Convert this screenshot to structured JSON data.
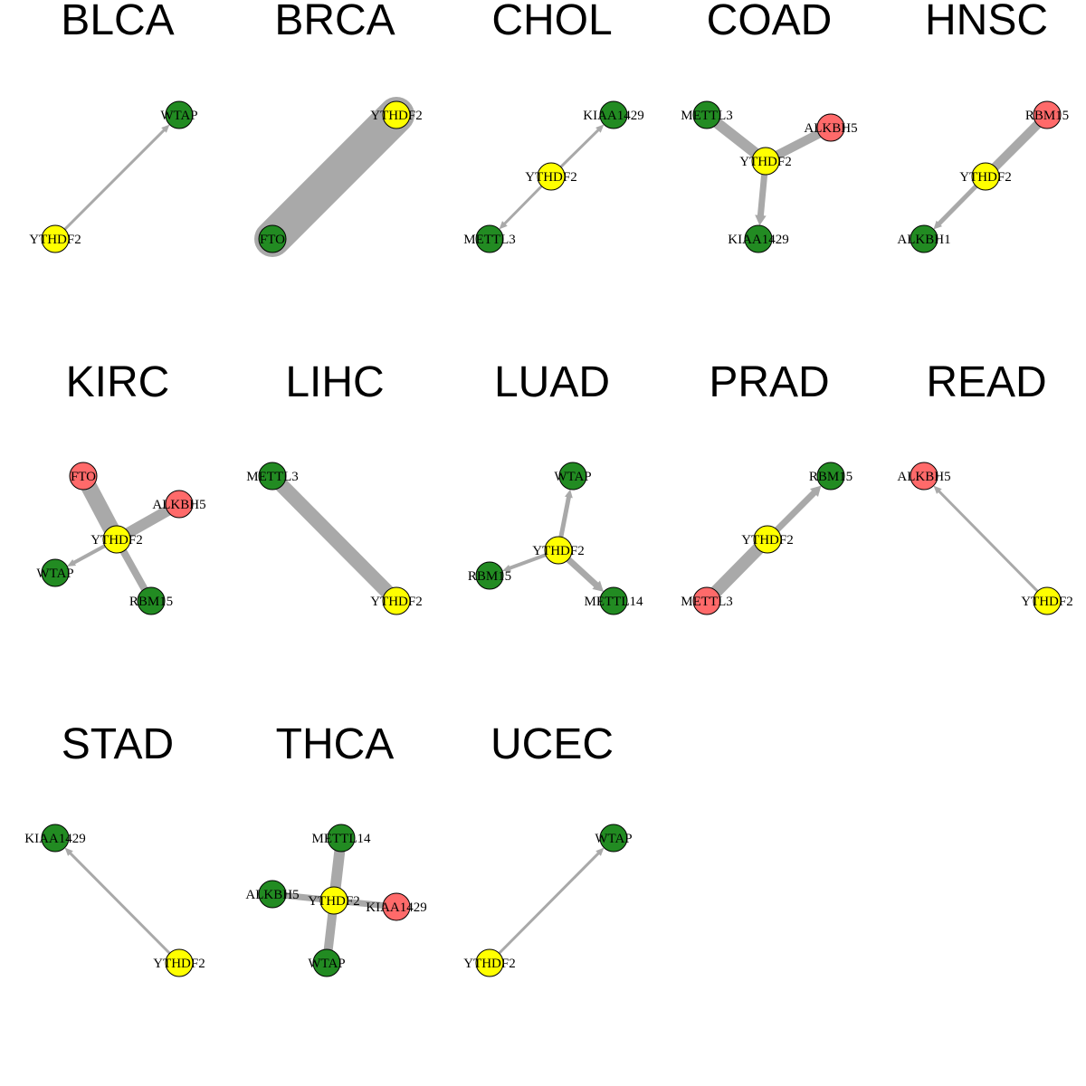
{
  "colors": {
    "edge": "#A9A9A9",
    "green": "#228B22",
    "yellow": "#FFFF00",
    "red": "#FF6A6A"
  },
  "panels": [
    {
      "title": "BLCA",
      "nodes": [
        {
          "label": "WTAP",
          "color": "green"
        },
        {
          "label": "YTHDF2",
          "color": "yellow"
        }
      ],
      "edges": [
        {
          "from": "YTHDF2",
          "to": "WTAP",
          "weight": 3,
          "arrow": true
        }
      ]
    },
    {
      "title": "BRCA",
      "nodes": [
        {
          "label": "YTHDF2",
          "color": "yellow"
        },
        {
          "label": "FTO",
          "color": "green"
        }
      ],
      "edges": [
        {
          "from": "YTHDF2",
          "to": "FTO",
          "weight": 40,
          "arrow": false
        }
      ]
    },
    {
      "title": "CHOL",
      "nodes": [
        {
          "label": "KIAA1429",
          "color": "green"
        },
        {
          "label": "YTHDF2",
          "color": "yellow"
        },
        {
          "label": "METTL3",
          "color": "green"
        }
      ],
      "edges": [
        {
          "from": "YTHDF2",
          "to": "KIAA1429",
          "weight": 3,
          "arrow": true
        },
        {
          "from": "YTHDF2",
          "to": "METTL3",
          "weight": 3,
          "arrow": true
        }
      ]
    },
    {
      "title": "COAD",
      "nodes": [
        {
          "label": "METTL3",
          "color": "green"
        },
        {
          "label": "ALKBH5",
          "color": "red"
        },
        {
          "label": "YTHDF2",
          "color": "yellow"
        },
        {
          "label": "KIAA1429",
          "color": "green"
        }
      ],
      "edges": [
        {
          "from": "METTL3",
          "to": "YTHDF2",
          "weight": 12,
          "arrow": false
        },
        {
          "from": "ALKBH5",
          "to": "YTHDF2",
          "weight": 10,
          "arrow": false
        },
        {
          "from": "YTHDF2",
          "to": "KIAA1429",
          "weight": 7,
          "arrow": true
        }
      ]
    },
    {
      "title": "HNSC",
      "nodes": [
        {
          "label": "RBM15",
          "color": "red"
        },
        {
          "label": "YTHDF2",
          "color": "yellow"
        },
        {
          "label": "ALKBH1",
          "color": "green"
        }
      ],
      "edges": [
        {
          "from": "RBM15",
          "to": "YTHDF2",
          "weight": 10,
          "arrow": false
        },
        {
          "from": "YTHDF2",
          "to": "ALKBH1",
          "weight": 5,
          "arrow": true
        }
      ]
    },
    {
      "title": "KIRC",
      "nodes": [
        {
          "label": "FTO",
          "color": "red"
        },
        {
          "label": "ALKBH5",
          "color": "red"
        },
        {
          "label": "YTHDF2",
          "color": "yellow"
        },
        {
          "label": "WTAP",
          "color": "green"
        },
        {
          "label": "RBM15",
          "color": "green"
        }
      ],
      "edges": [
        {
          "from": "FTO",
          "to": "YTHDF2",
          "weight": 18,
          "arrow": false
        },
        {
          "from": "ALKBH5",
          "to": "YTHDF2",
          "weight": 12,
          "arrow": false
        },
        {
          "from": "YTHDF2",
          "to": "WTAP",
          "weight": 4,
          "arrow": true
        },
        {
          "from": "YTHDF2",
          "to": "RBM15",
          "weight": 8,
          "arrow": false
        }
      ]
    },
    {
      "title": "LIHC",
      "nodes": [
        {
          "label": "METTL3",
          "color": "green"
        },
        {
          "label": "YTHDF2",
          "color": "yellow"
        }
      ],
      "edges": [
        {
          "from": "METTL3",
          "to": "YTHDF2",
          "weight": 16,
          "arrow": false
        }
      ]
    },
    {
      "title": "LUAD",
      "nodes": [
        {
          "label": "WTAP",
          "color": "green"
        },
        {
          "label": "YTHDF2",
          "color": "yellow"
        },
        {
          "label": "RBM15",
          "color": "green"
        },
        {
          "label": "METTL14",
          "color": "green"
        }
      ],
      "edges": [
        {
          "from": "YTHDF2",
          "to": "WTAP",
          "weight": 5,
          "arrow": true
        },
        {
          "from": "YTHDF2",
          "to": "RBM15",
          "weight": 4,
          "arrow": true
        },
        {
          "from": "YTHDF2",
          "to": "METTL14",
          "weight": 7,
          "arrow": true
        }
      ]
    },
    {
      "title": "PRAD",
      "nodes": [
        {
          "label": "RBM15",
          "color": "green"
        },
        {
          "label": "YTHDF2",
          "color": "yellow"
        },
        {
          "label": "METTL3",
          "color": "red"
        }
      ],
      "edges": [
        {
          "from": "YTHDF2",
          "to": "RBM15",
          "weight": 7,
          "arrow": true
        },
        {
          "from": "METTL3",
          "to": "YTHDF2",
          "weight": 14,
          "arrow": false
        }
      ]
    },
    {
      "title": "READ",
      "nodes": [
        {
          "label": "ALKBH5",
          "color": "red"
        },
        {
          "label": "YTHDF2",
          "color": "yellow"
        }
      ],
      "edges": [
        {
          "from": "YTHDF2",
          "to": "ALKBH5",
          "weight": 3,
          "arrow": true
        }
      ]
    },
    {
      "title": "STAD",
      "nodes": [
        {
          "label": "KIAA1429",
          "color": "green"
        },
        {
          "label": "YTHDF2",
          "color": "yellow"
        }
      ],
      "edges": [
        {
          "from": "YTHDF2",
          "to": "KIAA1429",
          "weight": 3,
          "arrow": true
        }
      ]
    },
    {
      "title": "THCA",
      "nodes": [
        {
          "label": "METTL14",
          "color": "green"
        },
        {
          "label": "ALKBH5",
          "color": "green"
        },
        {
          "label": "YTHDF2",
          "color": "yellow"
        },
        {
          "label": "KIAA1429",
          "color": "red"
        },
        {
          "label": "WTAP",
          "color": "green"
        }
      ],
      "edges": [
        {
          "from": "METTL14",
          "to": "YTHDF2",
          "weight": 12,
          "arrow": false
        },
        {
          "from": "ALKBH5",
          "to": "YTHDF2",
          "weight": 7,
          "arrow": false
        },
        {
          "from": "KIAA1429",
          "to": "YTHDF2",
          "weight": 7,
          "arrow": false
        },
        {
          "from": "WTAP",
          "to": "YTHDF2",
          "weight": 10,
          "arrow": false
        }
      ]
    },
    {
      "title": "UCEC",
      "nodes": [
        {
          "label": "WTAP",
          "color": "green"
        },
        {
          "label": "YTHDF2",
          "color": "yellow"
        }
      ],
      "edges": [
        {
          "from": "YTHDF2",
          "to": "WTAP",
          "weight": 3,
          "arrow": true
        }
      ]
    }
  ]
}
